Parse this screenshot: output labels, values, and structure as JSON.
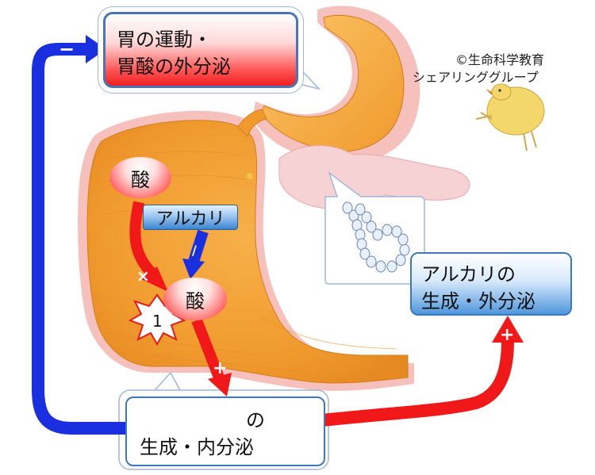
{
  "labels": {
    "stomatch_box_line1": "胃の運動・",
    "stomatch_box_line2": "胃酸の外分泌",
    "acid_top": "酸",
    "acid_mid": "酸",
    "alkali_tag": "アルカリ",
    "alkali_box_line1": "アルカリの",
    "alkali_box_line2": "生成・外分泌",
    "hormone_box_line1": "の",
    "hormone_box_line2": "生成・内分泌",
    "star_number": "1",
    "credit_line1": "©生命科学教育",
    "credit_line2": "シェアリンググループ"
  },
  "signs": {
    "feedback_minus": "−",
    "acid_to_mid": "×",
    "alkali_to_mid": "/",
    "mid_to_hormone": "+",
    "hormone_to_alkali": "+"
  },
  "colors": {
    "inhibit_arrow": "#1a2fe0",
    "stimulate_arrow": "#f01818",
    "stomach_fill": "#f3a23a",
    "stomach_halo": "#f4b6b0",
    "box_border": "#3c78bd",
    "pancreas_fill": "#f6d2d4"
  }
}
